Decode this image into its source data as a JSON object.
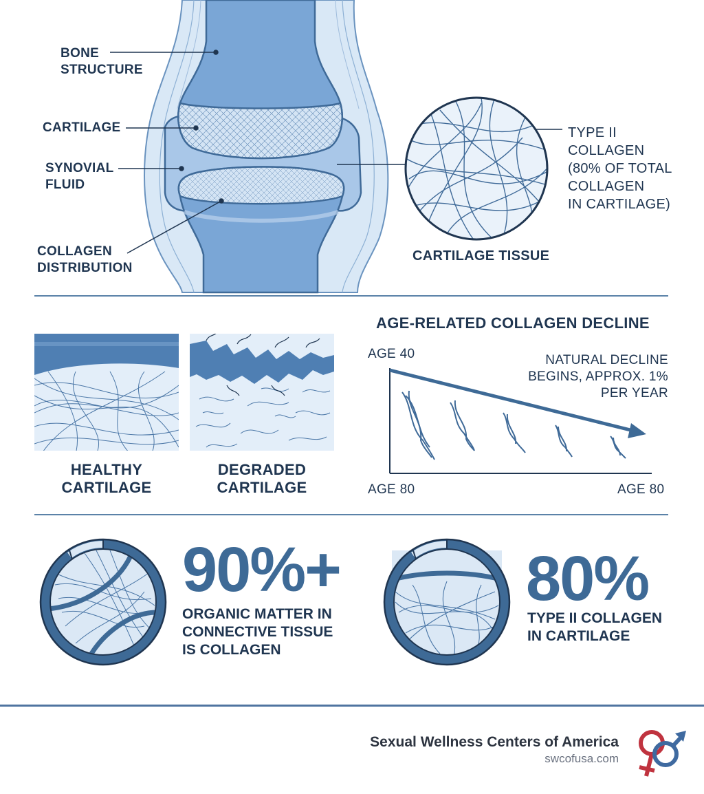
{
  "labels": {
    "bone": "BONE\nSTRUCTURE",
    "cartilage": "CARTILAGE",
    "synovial": "SYNOVIAL\nFLUID",
    "collagen_dist": "COLLAGEN\nDISTRIBUTION",
    "type2": "TYPE II\nCOLLAGEN\n(80% OF TOTAL\nCOLLAGEN\nIN CARTILAGE)",
    "cartilage_tissue": "CARTILAGE TISSUE"
  },
  "comparison": {
    "healthy": "HEALTHY\nCARTILAGE",
    "degraded": "DEGRADED\nCARTILAGE"
  },
  "decline": {
    "title": "AGE-RELATED COLLAGEN DECLINE",
    "age_start": "AGE 40",
    "age_bottom_left": "AGE 80",
    "age_bottom_right": "AGE 80",
    "note": "NATURAL DECLINE\nBEGINS, APPROX. 1%\nPER YEAR"
  },
  "stats": [
    {
      "value": "90%+",
      "desc": "ORGANIC MATTER IN\nCONNECTIVE TISSUE\nIS COLLAGEN"
    },
    {
      "value": "80%",
      "desc": "TYPE II COLLAGEN\nIN CARTILAGE"
    }
  ],
  "footer": {
    "name": "Sexual Wellness Centers of America",
    "url": "swcofusa.com"
  },
  "colors": {
    "bone": "#7aa6d6",
    "dark": "#1f3550",
    "accent": "#3e6a96",
    "logo_red": "#c0333f",
    "logo_blue": "#3f6aa0"
  }
}
